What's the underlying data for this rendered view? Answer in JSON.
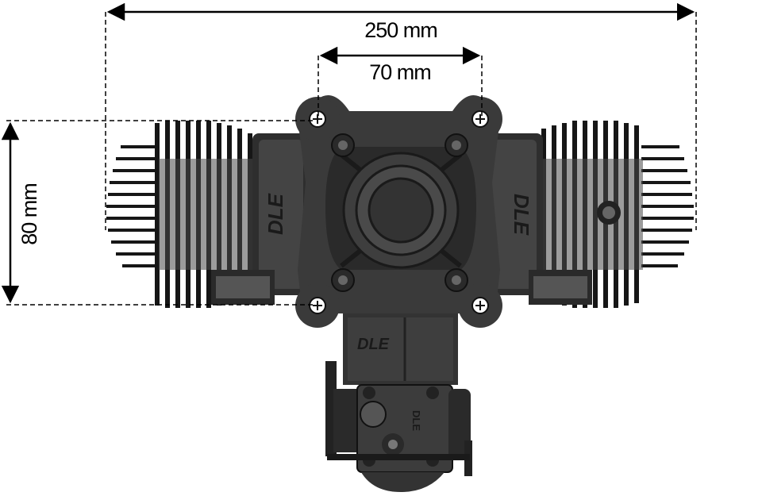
{
  "dimensions": {
    "overall_width": "250 mm",
    "mount_spacing": "70 mm",
    "mount_height": "80 mm"
  },
  "brand": {
    "left_cylinder": "DLE",
    "right_cylinder": "DLE",
    "crankcase": "DLE",
    "carburetor": "DLE"
  },
  "colors": {
    "engine_body": "#3a3a3a",
    "engine_dark": "#1e1e1e",
    "engine_fin": "#161616",
    "engine_light": "#5a5a5a",
    "dimension_line": "#000000"
  }
}
